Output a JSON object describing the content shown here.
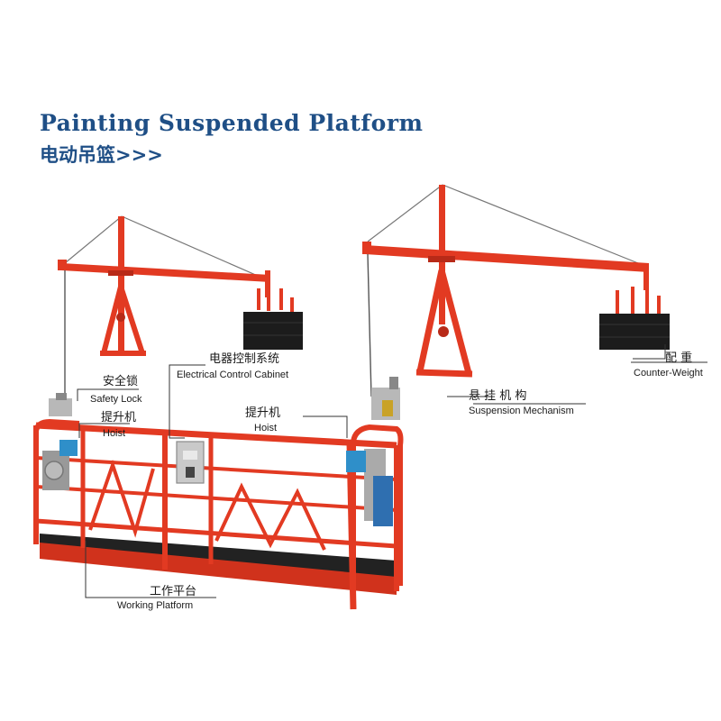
{
  "title_en": "Painting Suspended Platform",
  "title_cn": "电动吊篮>>>",
  "labels": {
    "safety_lock": {
      "cn": "安全锁",
      "en": "Safety Lock"
    },
    "hoist_left": {
      "cn": "提升机",
      "en": "Hoist"
    },
    "electrical_cabinet": {
      "cn": "电器控制系统",
      "en": "Electrical Control Cabinet"
    },
    "hoist_right": {
      "cn": "提升机",
      "en": "Hoist"
    },
    "suspension": {
      "cn": "悬 挂 机 构",
      "en": "Suspension Mechanism"
    },
    "counter_weight": {
      "cn": "配 重",
      "en": "Counter-Weight"
    },
    "working_platform": {
      "cn": "工作平台",
      "en": "Working Platform"
    }
  },
  "colors": {
    "title": "#1f4f86",
    "frame": "#e23a22",
    "frame_dark": "#b82a18",
    "weights": "#1c1c1c",
    "hoist_motor": "#2f8fc9",
    "cabinet": "#c9c9c9",
    "leader_lines": "#333333"
  }
}
